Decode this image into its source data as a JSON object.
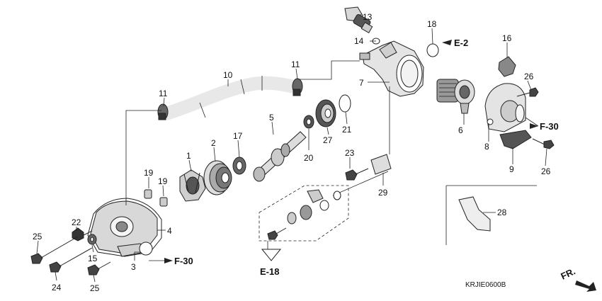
{
  "callouts": {
    "c1": "1",
    "c2": "2",
    "c3": "3",
    "c4": "4",
    "c5": "5",
    "c6": "6",
    "c7": "7",
    "c8": "8",
    "c9": "9",
    "c10": "10",
    "c11a": "11",
    "c11b": "11",
    "c13": "13",
    "c14": "14",
    "c15": "15",
    "c16": "16",
    "c17": "17",
    "c18": "18",
    "c19a": "19",
    "c19b": "19",
    "c20": "20",
    "c21": "21",
    "c22": "22",
    "c23": "23",
    "c24": "24",
    "c25a": "25",
    "c25b": "25",
    "c26a": "26",
    "c26b": "26",
    "c27": "27",
    "c28": "28",
    "c29": "29"
  },
  "references": {
    "e2": "E-2",
    "f30_right": "F-30",
    "f30_left": "F-30",
    "e18": "E-18",
    "fr": "FR."
  },
  "diagram_code": "KRJIE0600B",
  "colors": {
    "line": "#222222",
    "part_fill": "#e6e6e6",
    "dark_fill": "#333333",
    "background": "#ffffff"
  }
}
